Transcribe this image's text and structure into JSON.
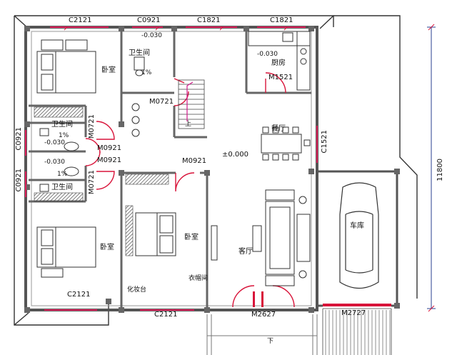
{
  "window_labels": {
    "top_left": "C2121",
    "top_bath": "C0921",
    "top_mid": "C1821",
    "top_kitchen": "C1821",
    "left_upper": "C0921",
    "left_lower": "C0921",
    "right_dining": "C1521",
    "bottom_left": "C2121",
    "bottom_mid": "C2121"
  },
  "door_labels": {
    "kitchen": "M1521",
    "stair_bath": "M0721",
    "bath_upper": "M0721",
    "bath_lower": "M0721",
    "bed_upper": "M0921",
    "bed_lower": "M0921",
    "bed_center": "M0921",
    "main_entry": "M2627",
    "garage": "M2727"
  },
  "room_labels": {
    "bedroom_top_left": "卧室",
    "bedroom_bottom_left": "卧室",
    "bedroom_center": "卧室",
    "bath_top": "卫生间",
    "bath_mid_upper": "卫生间",
    "bath_mid_lower": "卫生间",
    "kitchen": "厨房",
    "dining": "餐厅",
    "living": "客厅",
    "garage": "车库",
    "closet": "衣帽间",
    "dresser": "化妆台"
  },
  "elevations": {
    "bath_top": "-0.030",
    "kitchen": "-0.030",
    "bath_mid_upper": "-0.030",
    "bath_mid_lower": "-0.030",
    "main": "±0.000"
  },
  "slopes": {
    "bath_top": "1%",
    "bath_mid_upper": "1%",
    "bath_mid_lower": "1%"
  },
  "stair": {
    "up": "上",
    "down": "下"
  },
  "overall_dimension": "11800",
  "colors": {
    "wall": "#7a7a7a",
    "wall_dark": "#3a3a3a",
    "window": "#e0245e",
    "door": "#d8143a",
    "dim_line": "#2a3f8f",
    "wall_fill": "#ececec",
    "accent": "#d01c8b"
  }
}
